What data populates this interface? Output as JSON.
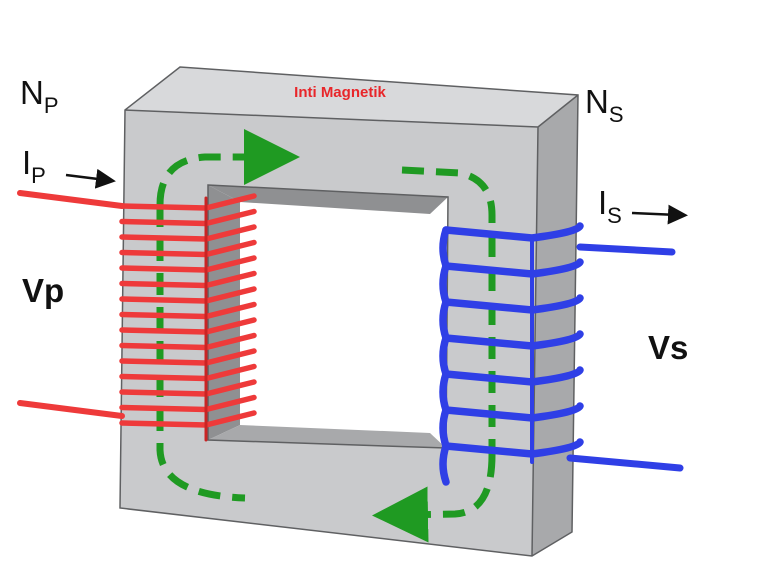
{
  "core": {
    "label": "Inti Magnetik",
    "label_color": "#e8262a",
    "front_color": "#c9cacc",
    "top_color": "#d8d9db",
    "side_color": "#a8a9ab",
    "inner_color": "#8f9092",
    "edge_color": "#5f6062"
  },
  "primary": {
    "turns_label_main": "N",
    "turns_label_sub": "P",
    "current_label_main": "I",
    "current_label_sub": "P",
    "voltage_label": "Vp",
    "coil_color": "#ee3a3a"
  },
  "secondary": {
    "turns_label_main": "N",
    "turns_label_sub": "S",
    "current_label_main": "I",
    "current_label_sub": "S",
    "voltage_label": "Vs",
    "coil_color": "#2f3fe6"
  },
  "flux": {
    "color": "#1f9a22"
  }
}
